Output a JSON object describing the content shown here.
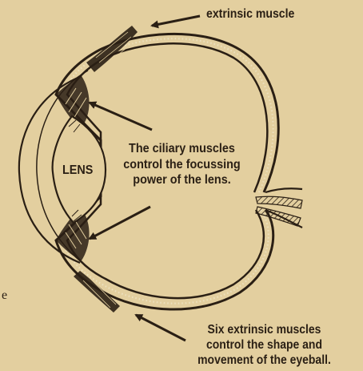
{
  "diagram": {
    "labels": {
      "extrinsic_muscle": "extrinsic muscle",
      "lens": "LENS",
      "ciliary_line1": "The ciliary muscles",
      "ciliary_line2": "control the focussing",
      "ciliary_line3": "power of the lens.",
      "six_line1": "Six extrinsic muscles",
      "six_line2": "control the shape and",
      "six_line3": "movement of the eyeball.",
      "margin_char": "e"
    },
    "colors": {
      "paper": "#e3cf9f",
      "ink": "#2a1f14",
      "sclera_dots": "#ece0be"
    }
  }
}
